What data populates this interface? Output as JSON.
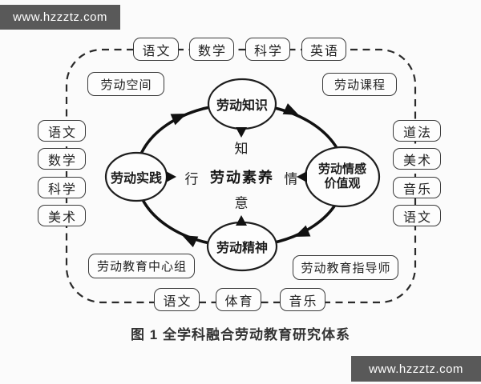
{
  "watermark": {
    "text": "www.hzzztz.com"
  },
  "colors": {
    "banner_bg": "#595959",
    "banner_fg": "#ffffff",
    "page_bg": "#fbfbfb",
    "line": "#1a1a1a",
    "box_border": "#3a3a3a"
  },
  "subjects": {
    "top": [
      "语文",
      "数学",
      "科学",
      "英语"
    ],
    "left": [
      "语文",
      "数学",
      "科学",
      "美术"
    ],
    "right": [
      "道法",
      "美术",
      "音乐",
      "语文"
    ],
    "bottom": [
      "语文",
      "体育",
      "音乐"
    ]
  },
  "corners": {
    "top_left": "劳动空间",
    "top_right": "劳动课程",
    "bottom_left": "劳动教育中心组",
    "bottom_right": "劳动教育指导师"
  },
  "cycle": {
    "top": "劳动知识",
    "right_line1": "劳动情感",
    "right_line2": "价值观",
    "bottom": "劳动精神",
    "left": "劳动实践",
    "direction": "clockwise"
  },
  "center": {
    "core": "劳动素养",
    "north": "知",
    "east": "情",
    "south": "意",
    "west": "行"
  },
  "caption": "图 1  全学科融合劳动教育研究体系"
}
